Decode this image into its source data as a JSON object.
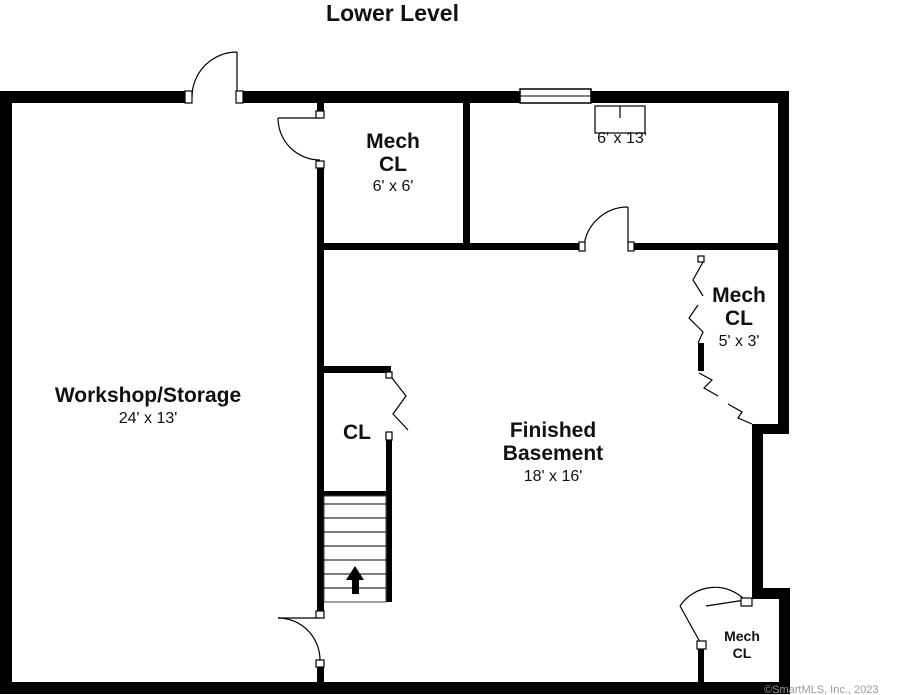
{
  "plan": {
    "title": "Lower Level",
    "watermark": "©SmartMLS, Inc., 2023"
  },
  "rooms": {
    "workshop": {
      "name": "Workshop/Storage",
      "dims": "24' x 13'"
    },
    "mech_cl_top": {
      "name_line1": "Mech",
      "name_line2": "CL",
      "dims": "6' x 6'"
    },
    "top_right": {
      "dims": "6' x 13'"
    },
    "mech_cl_right": {
      "name_line1": "Mech",
      "name_line2": "CL",
      "dims": "5' x 3'"
    },
    "closet": {
      "name": "CL"
    },
    "finished_basement": {
      "name_line1": "Finished",
      "name_line2": "Basement",
      "dims": "18' x 16'"
    },
    "mech_cl_bottom": {
      "name_line1": "Mech",
      "name_line2": "CL"
    }
  },
  "icons": {
    "stair_arrow": "up-arrow-icon"
  }
}
